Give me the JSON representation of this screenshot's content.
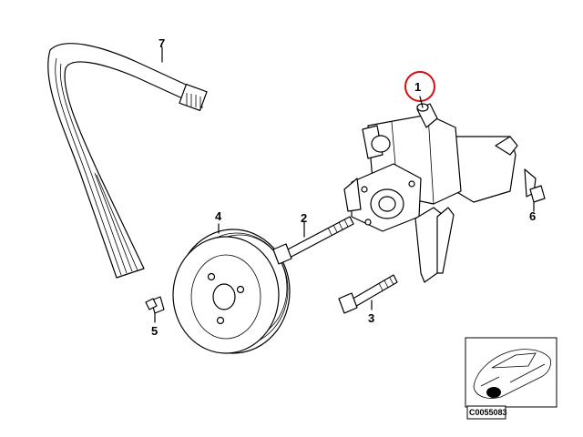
{
  "callouts": {
    "c1": "1",
    "c2": "2",
    "c3": "3",
    "c4": "4",
    "c5": "5",
    "c6": "6",
    "c7": "7"
  },
  "highlight_color": "#d01010",
  "reference_code": "C0055083"
}
